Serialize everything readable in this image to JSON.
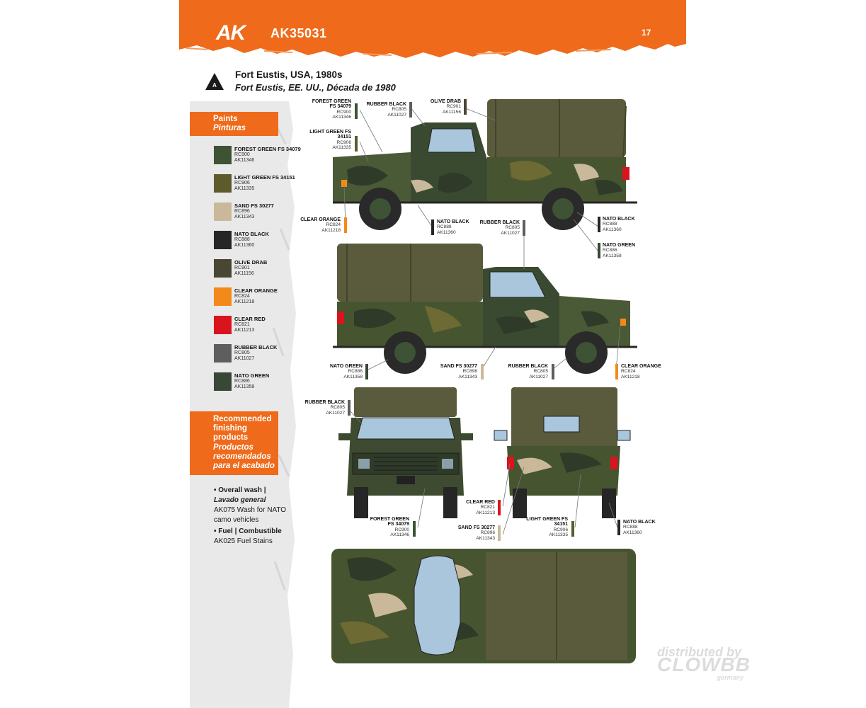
{
  "header": {
    "brand": "AK",
    "product_code": "AK35031",
    "page_number": "17",
    "accent_color": "#ef6a1a"
  },
  "title": {
    "badge": "A",
    "en": "Fort Eustis, USA, 1980s",
    "es": "Fort Eustis, EE. UU., Década de 1980"
  },
  "paints_panel": {
    "heading": "Paints",
    "heading_es": "Pinturas",
    "items": [
      {
        "name": "FOREST GREEN FS 34079",
        "code1": "RC900",
        "code2": "AK11346",
        "color": "#3e5236"
      },
      {
        "name": "LIGHT GREEN FS 34151",
        "code1": "RC906",
        "code2": "AK11335",
        "color": "#5d5a2c"
      },
      {
        "name": "SAND FS 30277",
        "code1": "RC896",
        "code2": "AK11343",
        "color": "#c9b99a"
      },
      {
        "name": "NATO BLACK",
        "code1": "RC888",
        "code2": "AK11360",
        "color": "#262626"
      },
      {
        "name": "OLIVE DRAB",
        "code1": "RC901",
        "code2": "AK11156",
        "color": "#4a4634"
      },
      {
        "name": "CLEAR ORANGE",
        "code1": "RC824",
        "code2": "AK11218",
        "color": "#f28a1b"
      },
      {
        "name": "CLEAR RED",
        "code1": "RC821",
        "code2": "AK11213",
        "color": "#d9141f"
      },
      {
        "name": "RUBBER BLACK",
        "code1": "RC805",
        "code2": "AK11027",
        "color": "#5e5e5e"
      },
      {
        "name": "NATO GREEN",
        "code1": "RC886",
        "code2": "AK11358",
        "color": "#394736"
      }
    ]
  },
  "finishing_panel": {
    "heading": "Recommended finishing products",
    "heading_es": "Productos recomendados para el acabado",
    "items": [
      {
        "label": "Overall wash |",
        "label_es": "Lavado general",
        "text": "AK075 Wash for NATO camo vehicles"
      },
      {
        "label": "Fuel | Combustible",
        "text": "AK025 Fuel Stains"
      }
    ]
  },
  "callouts": [
    {
      "name": "FOREST GREEN",
      "name2": "FS 34079",
      "code1": "RC900",
      "code2": "AK11346",
      "color": "#3e5236"
    },
    {
      "name": "RUBBER BLACK",
      "code1": "RC805",
      "code2": "AK11027",
      "color": "#5e5e5e"
    },
    {
      "name": "OLIVE DRAB",
      "code1": "RC901",
      "code2": "AK11156",
      "color": "#4a4634"
    },
    {
      "name": "LIGHT GREEN FS",
      "name2": "34151",
      "code1": "RC906",
      "code2": "AK11335",
      "color": "#5d5a2c"
    },
    {
      "name": "CLEAR ORANGE",
      "code1": "RC824",
      "code2": "AK11218",
      "color": "#f28a1b"
    },
    {
      "name": "NATO BLACK",
      "code1": "RC888",
      "code2": "AK11360",
      "color": "#262626"
    },
    {
      "name": "RUBBER BLACK",
      "code1": "RC805",
      "code2": "AK11027",
      "color": "#5e5e5e"
    },
    {
      "name": "NATO BLACK",
      "code1": "RC888",
      "code2": "AK11360",
      "color": "#262626"
    },
    {
      "name": "NATO GREEN",
      "code1": "RC886",
      "code2": "AK11358",
      "color": "#394736"
    },
    {
      "name": "NATO GREEN",
      "code1": "RC886",
      "code2": "AK11358",
      "color": "#394736"
    },
    {
      "name": "SAND FS 30277",
      "code1": "RC896",
      "code2": "AK11343",
      "color": "#c9b99a"
    },
    {
      "name": "RUBBER BLACK",
      "code1": "RC805",
      "code2": "AK11027",
      "color": "#5e5e5e"
    },
    {
      "name": "CLEAR ORANGE",
      "code1": "RC824",
      "code2": "AK11218",
      "color": "#f28a1b"
    },
    {
      "name": "RUBBER BLACK",
      "code1": "RC805",
      "code2": "AK11027",
      "color": "#5e5e5e"
    },
    {
      "name": "CLEAR RED",
      "code1": "RC821",
      "code2": "AK11213",
      "color": "#d9141f"
    },
    {
      "name": "FOREST GREEN",
      "name2": "FS 34079",
      "code1": "RC900",
      "code2": "AK11346",
      "color": "#3e5236"
    },
    {
      "name": "SAND FS 30277",
      "code1": "RC896",
      "code2": "AK11343",
      "color": "#c9b99a"
    },
    {
      "name": "LIGHT GREEN FS",
      "name2": "34151",
      "code1": "RC906",
      "code2": "AK11335",
      "color": "#5d5a2c"
    },
    {
      "name": "NATO BLACK",
      "code1": "RC888",
      "code2": "AK11360",
      "color": "#262626"
    }
  ],
  "watermark": {
    "line1": "distributed by",
    "line2": "CLOWBB",
    "line3": "germany"
  }
}
